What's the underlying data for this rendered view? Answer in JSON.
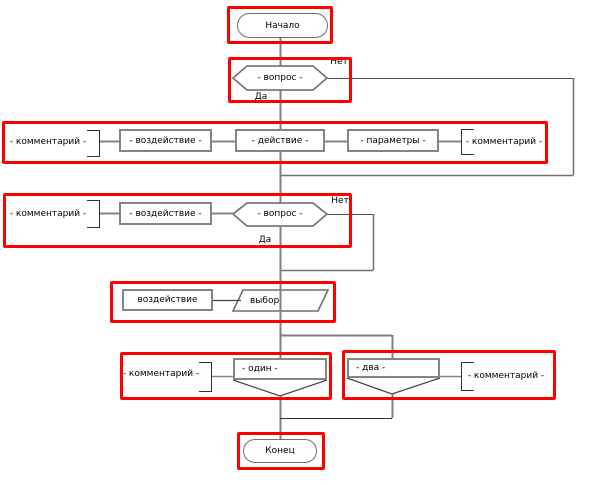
{
  "diagram": {
    "nodes": {
      "start": {
        "label": "Начало"
      },
      "question1": {
        "label": "- вопрос -",
        "yes_label": "Да",
        "no_label": "Нет"
      },
      "comment_r3_left": {
        "label": "- комментарий -"
      },
      "impact_r3": {
        "label": "- воздействие -"
      },
      "action_r3": {
        "label": "- действие -"
      },
      "params_r3": {
        "label": "- параметры -"
      },
      "comment_r3_right": {
        "label": "- комментарий -"
      },
      "comment_r4": {
        "label": "- комментарий -"
      },
      "impact_r4": {
        "label": "- воздействие -"
      },
      "question2": {
        "label": "- вопрос -",
        "yes_label": "Да",
        "no_label": "Нет"
      },
      "impact_r5": {
        "label": "воздействие"
      },
      "choice": {
        "label": "выбор"
      },
      "comment_r6_left": {
        "label": "- комментарий -"
      },
      "case_one": {
        "label": "- один -"
      },
      "case_two": {
        "label": "- два -"
      },
      "comment_r6_right": {
        "label": "- комментарий -"
      },
      "end": {
        "label": "Конец"
      }
    },
    "colors": {
      "highlight": "#ff0000",
      "shape_border": "#808080",
      "connector": "#404040",
      "text": "#000000",
      "background": "#ffffff"
    }
  }
}
